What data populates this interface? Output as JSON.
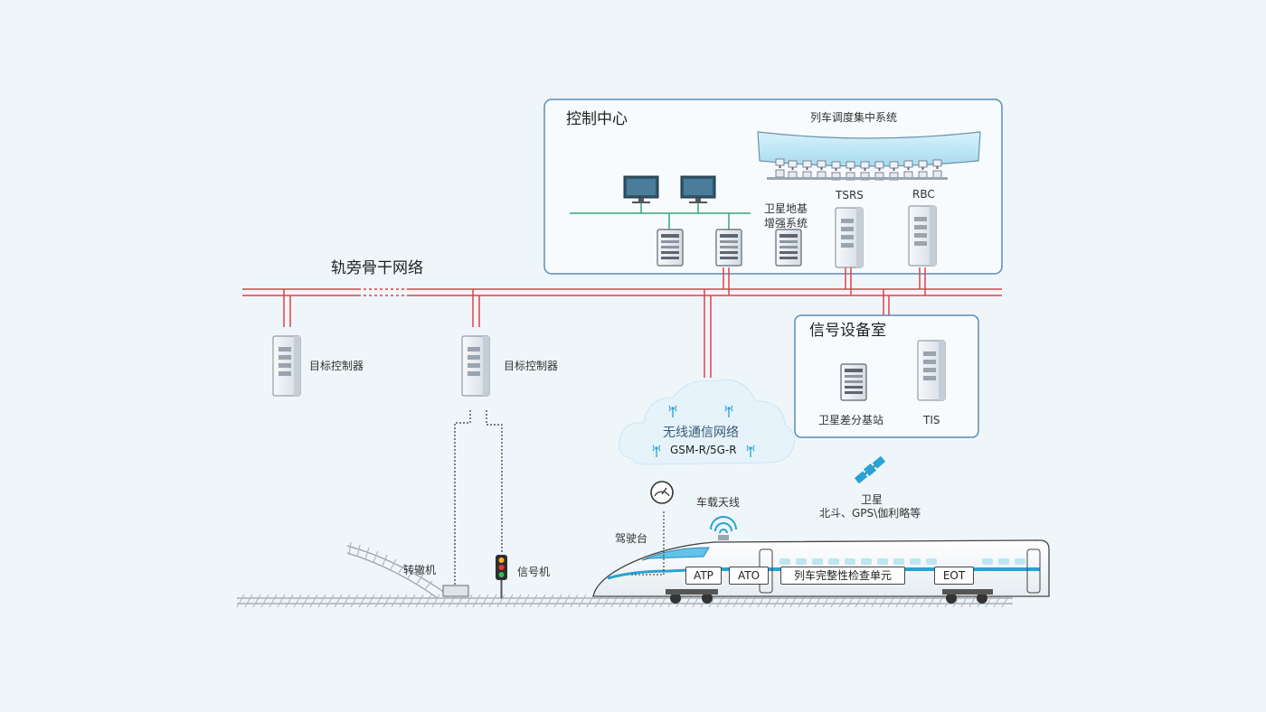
{
  "colors": {
    "background": "#eff6fa",
    "panel_border": "#5b8db5",
    "network_line": "#e0404a",
    "lan_line": "#3aa578",
    "accent": "#28a3d3",
    "server_body": "#e9eef3",
    "server_dark": "#5d6670"
  },
  "backbone": {
    "label": "轨旁骨干网络"
  },
  "control_center": {
    "title": "控制中心",
    "ctc_label": "列车调度集中系统",
    "sbas_label_line1": "卫星地基",
    "sbas_label_line2": "增强系统",
    "tsrs_label": "TSRS",
    "rbc_label": "RBC"
  },
  "signal_room": {
    "title": "信号设备室",
    "diff_station_label": "卫星差分基站",
    "tis_label": "TIS"
  },
  "trackside": {
    "target_controller_1": "目标控制器",
    "target_controller_2": "目标控制器",
    "switch_machine": "转辙机",
    "signal": "信号机"
  },
  "wireless": {
    "line1": "无线通信网络",
    "line2": "GSM-R/5G-R"
  },
  "satellite": {
    "line1": "卫星",
    "line2": "北斗、GPS\\伽利略等",
    "icon": "satellite-icon"
  },
  "train": {
    "cab_label": "驾驶台",
    "antenna_label": "车载天线",
    "atp": "ATP",
    "ato": "ATO",
    "integrity_unit": "列车完整性检查单元",
    "eot": "EOT"
  }
}
